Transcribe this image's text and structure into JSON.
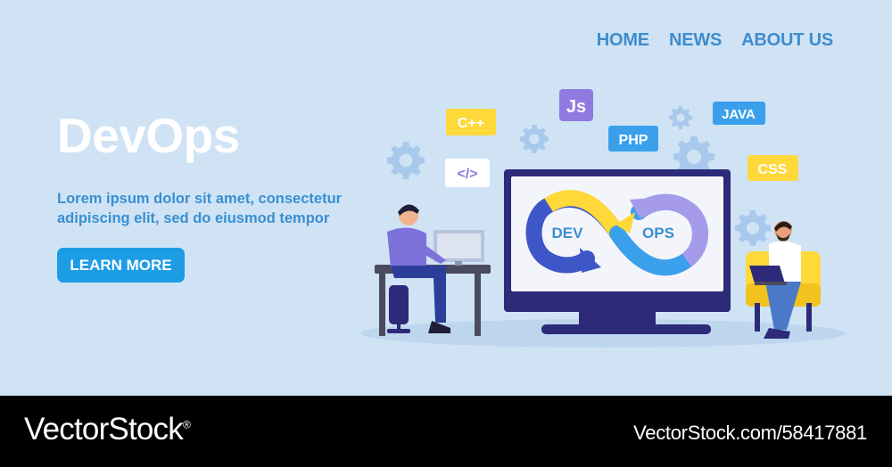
{
  "nav": {
    "items": [
      "HOME",
      "NEWS",
      "ABOUT US"
    ]
  },
  "hero": {
    "title": "DevOps",
    "lead": "Lorem ipsum dolor sit amet, consectetur adipiscing elit, sed do eiusmod tempor",
    "cta": "LEARN MORE"
  },
  "illustration": {
    "tags": {
      "cpp": "C++",
      "js": "Js",
      "php": "PHP",
      "java": "JAVA",
      "css": "CSS",
      "code": "</>"
    },
    "monitor_labels": {
      "dev": "DEV",
      "ops": "OPS"
    }
  },
  "footer": {
    "brand": "VectorStock",
    "brand_mark": "®",
    "image_id": "VectorStock.com/58417881"
  },
  "colors": {
    "background": "#cfe3f5",
    "accent": "#1d9ce6",
    "nav": "#3f8ccd",
    "tag_yellow": "#ffd83a",
    "tag_purple": "#8f7ae0",
    "tag_blue": "#3aa0ec",
    "gear": "#a9c9ec"
  }
}
